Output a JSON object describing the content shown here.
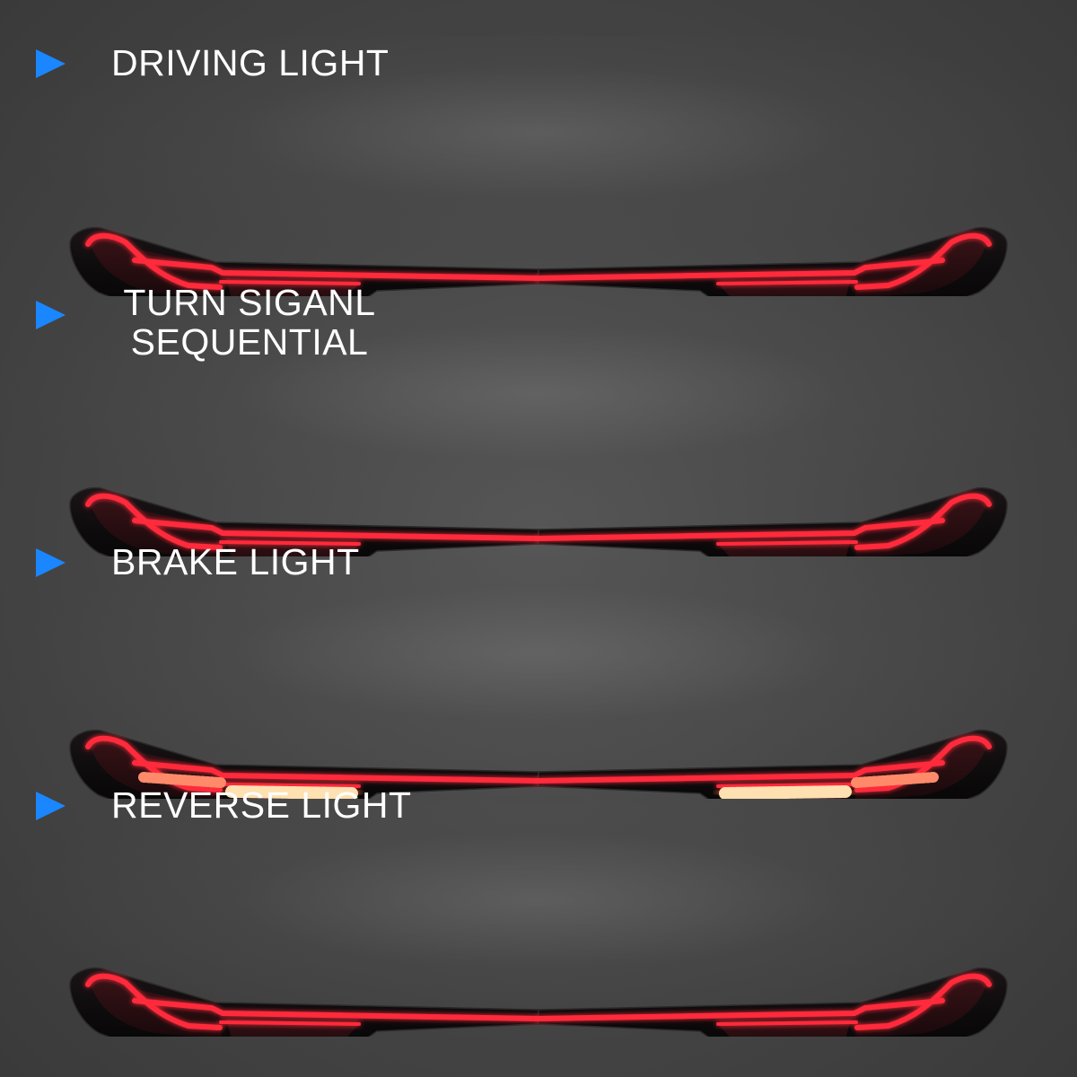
{
  "sections": [
    {
      "lines": [
        "DRIVING LIGHT"
      ],
      "icon": "play-arrow-icon",
      "mode": "driving"
    },
    {
      "lines": [
        "TURN SIGANL",
        "SEQUENTIAL"
      ],
      "icon": "play-arrow-icon",
      "mode": "turn"
    },
    {
      "lines": [
        "BRAKE LIGHT"
      ],
      "icon": "play-arrow-icon",
      "mode": "brake"
    },
    {
      "lines": [
        "REVERSE LIGHT"
      ],
      "icon": "play-arrow-icon",
      "mode": "reverse"
    }
  ],
  "colors": {
    "accent": "#1a86ff",
    "led_red": "#ff2a3a",
    "amber": "#ffc21a",
    "reverse_white": "#ffffff"
  }
}
